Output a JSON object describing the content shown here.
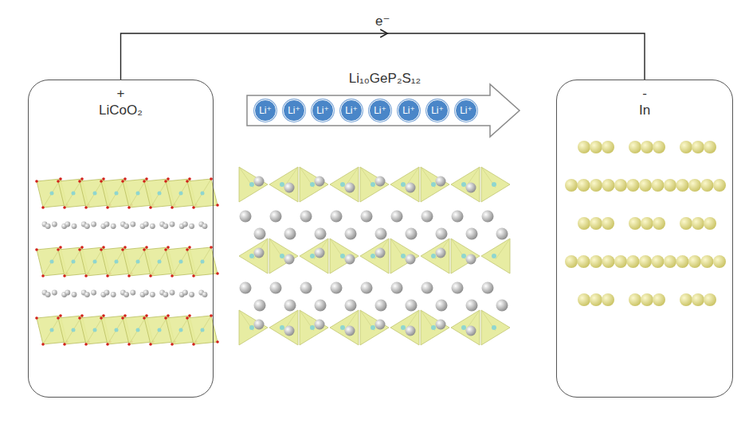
{
  "diagram": {
    "nodes": [
      {
        "text": [
          "+",
          "LiCoO₂"
        ]
      },
      {
        "text": [
          "-",
          "In"
        ]
      },
      {
        "text": [
          "Li⁺"
        ]
      },
      {
        "text": [
          "Li⁺"
        ]
      },
      {
        "text": [
          "Li⁺"
        ]
      },
      {
        "text": [
          "Li⁺"
        ]
      },
      {
        "text": [
          "Li⁺"
        ]
      },
      {
        "text": [
          "Li⁺"
        ]
      },
      {
        "text": [
          "Li⁺"
        ]
      },
      {
        "text": [
          "Li⁺"
        ]
      }
    ],
    "edges": [
      {
        "from": 0,
        "to": 1,
        "arrow": "to",
        "label": "e⁻"
      }
    ],
    "labels": [
      "Li₁₀GeP₂S₁₂"
    ]
  }
}
